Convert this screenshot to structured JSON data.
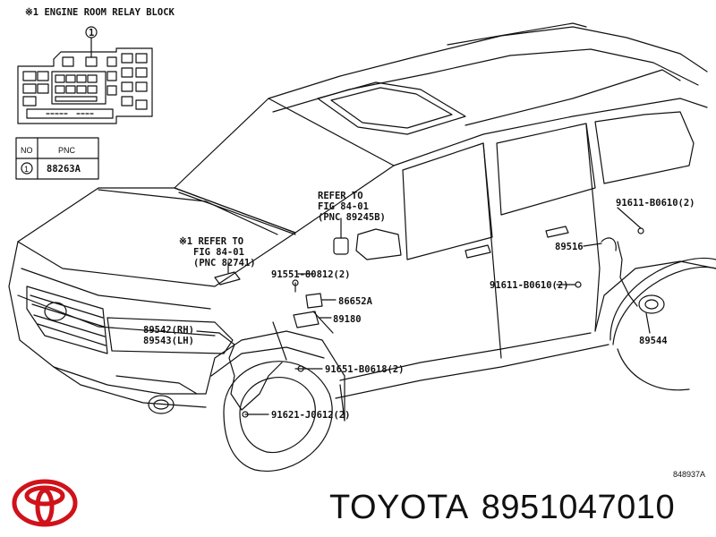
{
  "relay_block": {
    "title": "※1 ENGINE ROOM RELAY BLOCK",
    "callout_number": "1"
  },
  "pnc_table": {
    "header_no": "NO",
    "header_pnc": "PNC",
    "row_no": "1",
    "row_pnc": "88263A"
  },
  "callouts": {
    "refer_1_line1": "REFER TO",
    "refer_1_line2": "FIG 84-01",
    "refer_1_line3": "(PNC 89245B)",
    "refer_2_line1": "※1 REFER TO",
    "refer_2_line2": "FIG 84-01",
    "refer_2_line3": "(PNC 82741)",
    "p91551": "91551-80812(2)",
    "p86652a": "86652A",
    "p89180": "89180",
    "p89542": "89542(RH)",
    "p89543": "89543(LH)",
    "p91651": "91651-B0618(2)",
    "p91621": "91621-J0612(2)",
    "p91611_top": "91611-B0610(2)",
    "p89516": "89516",
    "p91611_mid": "91611-B0610(2)",
    "p89544": "89544"
  },
  "diagram_id": "848937A",
  "brand": {
    "name": "TOYOTA",
    "part_number": "8951047010",
    "logo_color": "#d0121b"
  }
}
